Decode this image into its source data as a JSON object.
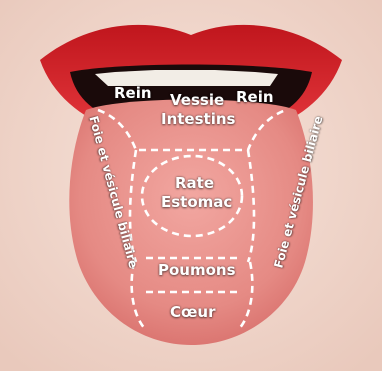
{
  "zones": {
    "rein_left": "Rein",
    "vessie": "Vessie",
    "rein_right": "Rein",
    "intestins": "Intestins",
    "foie_left": "Foie et vésicule biliaire",
    "foie_right": "Foie et vésicule biliaire",
    "rate": "Rate",
    "estomac": "Estomac",
    "poumons": "Poumons",
    "coeur": "Cœur"
  },
  "colors": {
    "skin": "#f4dcd2",
    "lip": "#d9262c",
    "tongue": "#e8837f",
    "mouth_dark": "#1a0a0a",
    "teeth": "#f2ede6",
    "dash": "#ffffff"
  }
}
